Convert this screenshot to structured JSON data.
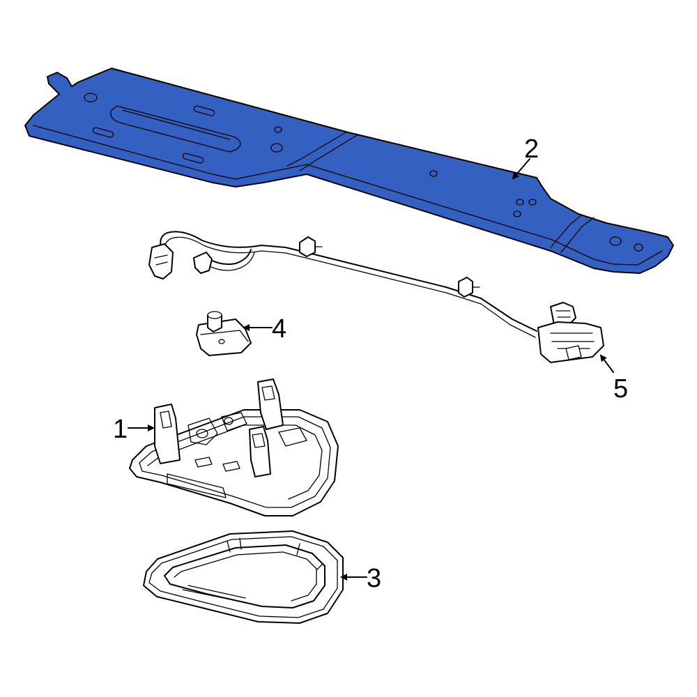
{
  "colors": {
    "highlight_fill": "#3461c1",
    "line": "#000000",
    "background": "#ffffff"
  },
  "callouts": [
    {
      "id": "1",
      "label": "1"
    },
    {
      "id": "2",
      "label": "2"
    },
    {
      "id": "3",
      "label": "3"
    },
    {
      "id": "4",
      "label": "4"
    },
    {
      "id": "5",
      "label": "5"
    }
  ]
}
